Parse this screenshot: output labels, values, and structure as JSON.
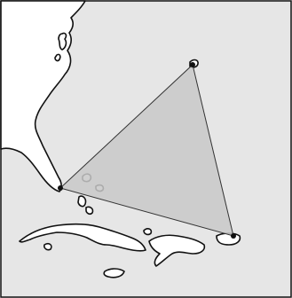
{
  "map": {
    "colors": {
      "water": "#e6e6e6",
      "land": "#ffffff",
      "outline": "#111111",
      "triangle_fill": "#c8c8c8",
      "triangle_stroke": "#333333",
      "vertex": "#111111"
    },
    "features": {
      "landmasses": [
        "florida-coast",
        "bermuda",
        "puerto-rico",
        "cuba",
        "hispaniola",
        "jamaica",
        "bahamas"
      ],
      "region": "bermuda-triangle",
      "vertices": [
        "miami-vertex",
        "bermuda-vertex",
        "san-juan-vertex"
      ]
    }
  }
}
